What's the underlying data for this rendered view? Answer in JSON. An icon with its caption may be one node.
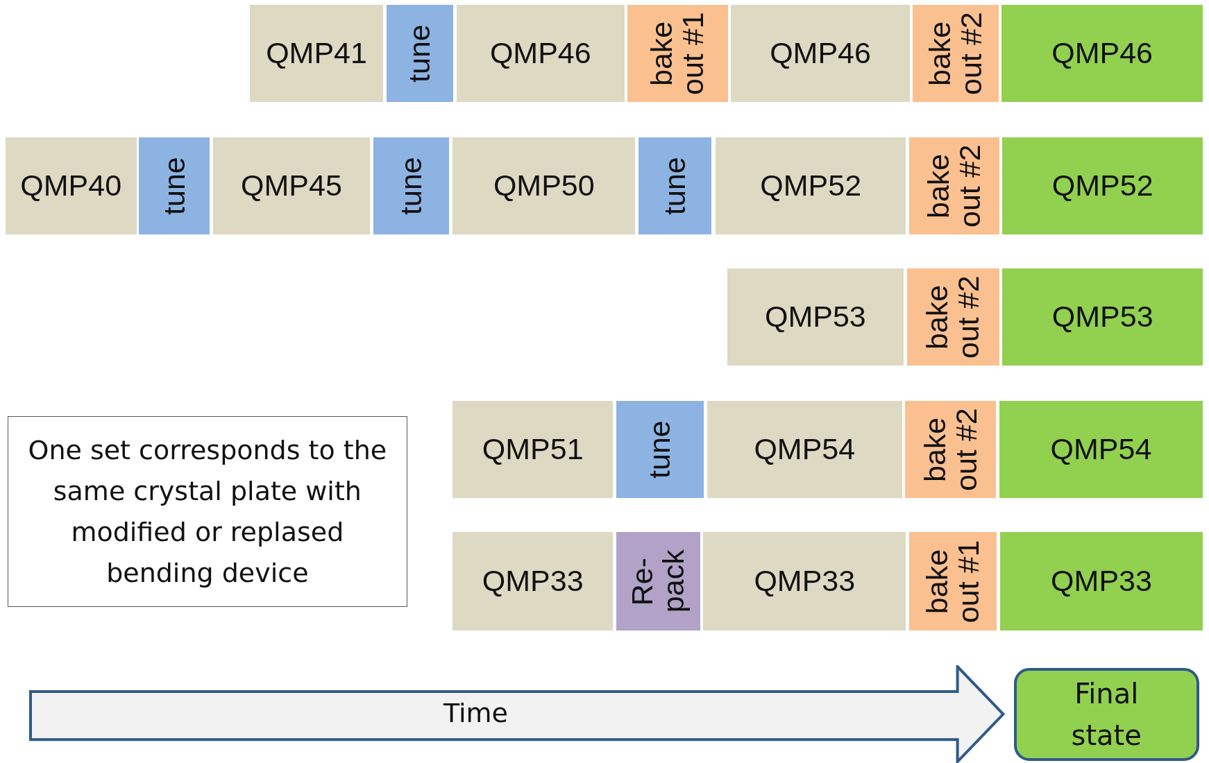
{
  "diagram": {
    "nodes": [
      {
        "text": [
          "QMP41"
        ]
      },
      {
        "text": [
          "tune"
        ]
      },
      {
        "text": [
          "QMP46"
        ]
      },
      {
        "text": [
          "bake out #1"
        ]
      },
      {
        "text": [
          "QMP46"
        ]
      },
      {
        "text": [
          "bake out #2"
        ]
      },
      {
        "text": [
          "QMP46"
        ]
      },
      {
        "text": [
          "QMP40"
        ]
      },
      {
        "text": [
          "tune"
        ]
      },
      {
        "text": [
          "QMP45"
        ]
      },
      {
        "text": [
          "tune"
        ]
      },
      {
        "text": [
          "QMP50"
        ]
      },
      {
        "text": [
          "tune"
        ]
      },
      {
        "text": [
          "QMP52"
        ]
      },
      {
        "text": [
          "bake out #2"
        ]
      },
      {
        "text": [
          "QMP52"
        ]
      },
      {
        "text": [
          "QMP53"
        ]
      },
      {
        "text": [
          "bake out #2"
        ]
      },
      {
        "text": [
          "QMP53"
        ]
      },
      {
        "text": [
          "QMP51"
        ]
      },
      {
        "text": [
          "tune"
        ]
      },
      {
        "text": [
          "QMP54"
        ]
      },
      {
        "text": [
          "bake out #2"
        ]
      },
      {
        "text": [
          "QMP54"
        ]
      },
      {
        "text": [
          "QMP33"
        ]
      },
      {
        "text": [
          "Re- pack"
        ]
      },
      {
        "text": [
          "QMP33"
        ]
      },
      {
        "text": [
          "bake out #1"
        ]
      },
      {
        "text": [
          "QMP33"
        ]
      },
      {
        "text": [
          "One set corresponds to the same crystal plate with modified or replased bending device"
        ]
      },
      {
        "text": [
          "Time"
        ]
      },
      {
        "text": [
          "Final state"
        ]
      }
    ],
    "edges": []
  }
}
